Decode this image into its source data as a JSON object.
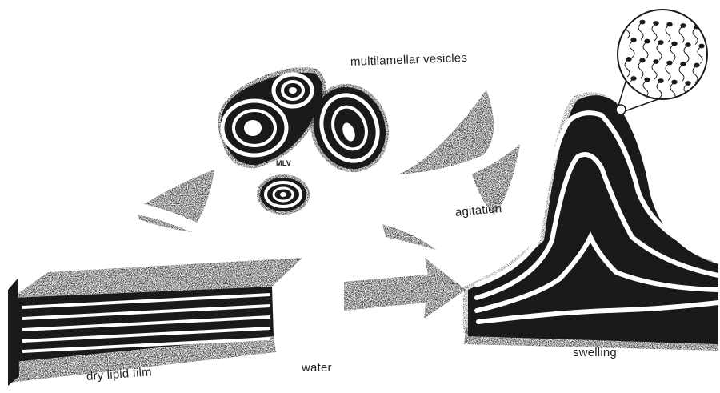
{
  "labels": {
    "multilamellar_vesicles": "multilamellar vesicles",
    "mlv": "MLV",
    "agitation": "agitation",
    "water": "water",
    "dry_lipid_film": "dry lipid film",
    "swelling": "swelling"
  },
  "colors": {
    "ink": "#1a1a1a",
    "paper": "#ffffff"
  }
}
